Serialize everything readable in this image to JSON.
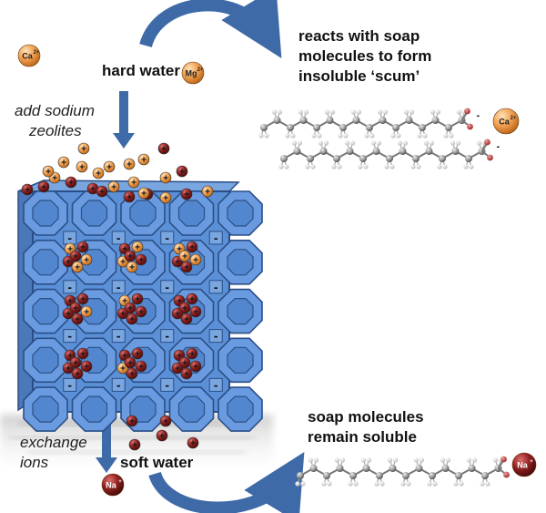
{
  "labels": {
    "hard_water": "hard water",
    "add_zeolites_line1": "add sodium",
    "add_zeolites_line2": "zeolites",
    "scum_line1": "reacts with soap",
    "scum_line2": "molecules to form",
    "scum_line3": "insoluble ‘scum’",
    "soluble_line1": "soap molecules",
    "soluble_line2": "remain soluble",
    "exchange_line1": "exchange",
    "exchange_line2": "ions",
    "soft_water": "soft water"
  },
  "ions": {
    "calcium": {
      "symbol": "Ca",
      "charge": "2+"
    },
    "magnesium": {
      "symbol": "Mg",
      "charge": "2+"
    },
    "sodium": {
      "symbol": "Na",
      "charge": "+"
    },
    "carboxylate_charge": "-"
  },
  "framework": {
    "cage_charge": "-",
    "ion_charge": "+"
  },
  "colors": {
    "arrow": "#3f6aa8",
    "zeolite_fill": "#5b8fd6",
    "zeolite_stroke": "#2a4f86",
    "ca_ion": "#f0a050",
    "na_ion": "#8e2020",
    "carbon": "#9a9a9a",
    "hydrogen": "#dcdcdc",
    "oxygen": "#c04040"
  }
}
